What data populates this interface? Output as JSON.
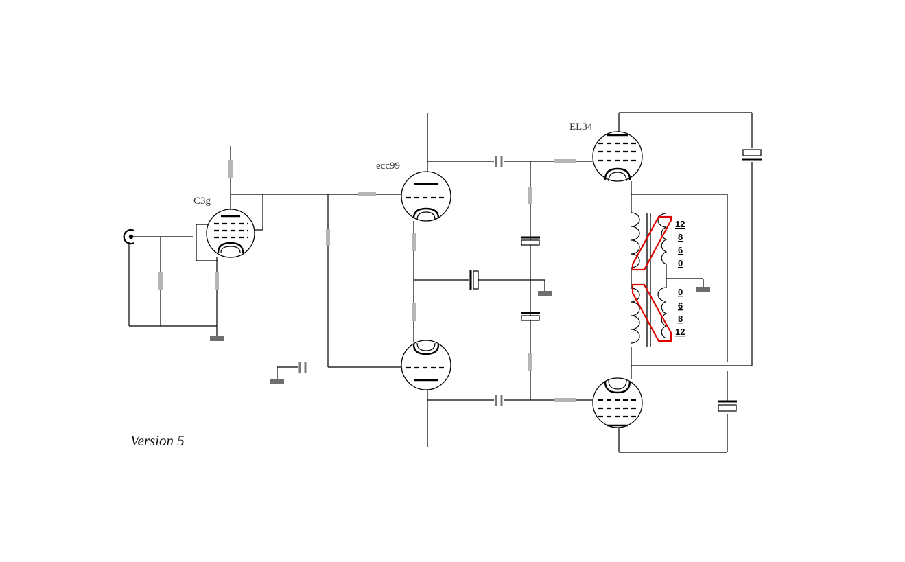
{
  "labels": {
    "c3g": "C3g",
    "ecc99": "ecc99",
    "el34": "EL34",
    "version": "Version 5"
  },
  "transformer_taps": {
    "upper": [
      "12",
      "8",
      "6",
      "0"
    ],
    "lower": [
      "0",
      "6",
      "8",
      "12"
    ]
  },
  "colors": {
    "wire": "#000000",
    "resistor": "#b5b5b5",
    "ground": "#6e6e6e",
    "secondary_highlight": "#e00000"
  }
}
